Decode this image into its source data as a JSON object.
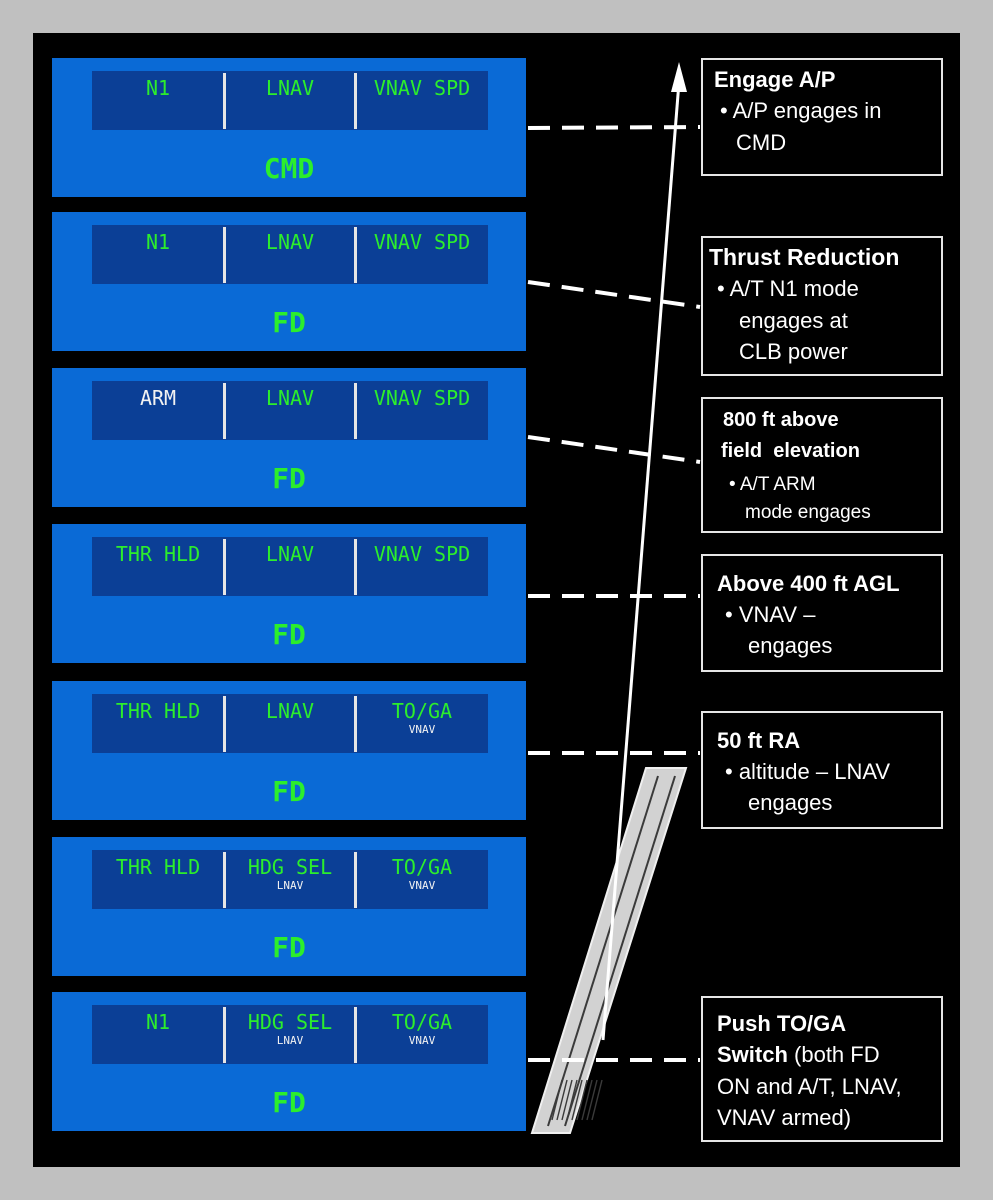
{
  "panels": [
    {
      "left": "N1",
      "center": "LNAV",
      "right": "VNAV SPD",
      "status": "CMD"
    },
    {
      "left": "N1",
      "center": "LNAV",
      "right": "VNAV SPD",
      "status": "FD"
    },
    {
      "left": "ARM",
      "center": "LNAV",
      "right": "VNAV SPD",
      "status": "FD"
    },
    {
      "left": "THR HLD",
      "center": "LNAV",
      "right": "VNAV SPD",
      "status": "FD"
    },
    {
      "left": "THR HLD",
      "center": "LNAV",
      "right": "TO/GA",
      "right_sub": "VNAV",
      "status": "FD"
    },
    {
      "left": "THR HLD",
      "center": "HDG SEL",
      "center_sub": "LNAV",
      "right": "TO/GA",
      "right_sub": "VNAV",
      "status": "FD"
    },
    {
      "left": "N1",
      "center": "HDG SEL",
      "center_sub": "LNAV",
      "right": "TO/GA",
      "right_sub": "VNAV",
      "status": "FD"
    }
  ],
  "callouts": {
    "engage_ap": {
      "title": "Engage A/P",
      "line1": "• A/P engages in",
      "line2": "CMD"
    },
    "thrust_reduction": {
      "title": "Thrust Reduction",
      "line1": "• A/T N1 mode",
      "line2": "engages at",
      "line3": "CLB power"
    },
    "ft800": {
      "title1": "800 ft above",
      "title2": "field  elevation",
      "line1": "• A/T ARM",
      "line2": "mode engages"
    },
    "ft400": {
      "title": "Above 400 ft AGL",
      "line1": "• VNAV –",
      "line2": "engages"
    },
    "ft50": {
      "title": "50 ft RA",
      "line1": "• altitude – LNAV",
      "line2": "engages"
    },
    "toga": {
      "title1": "Push TO/GA",
      "title2": "Switch",
      "title2_rest": " (both FD",
      "line1": "ON and A/T, LNAV,",
      "line2": "VNAV armed)"
    }
  },
  "colors": {
    "background": "#c0c0c0",
    "frame": "#000000",
    "panel": "#0a6ad6",
    "fma": "#0b3f96",
    "annunciation_green": "#2cee2c",
    "annunciation_white": "#f2f2f2"
  }
}
